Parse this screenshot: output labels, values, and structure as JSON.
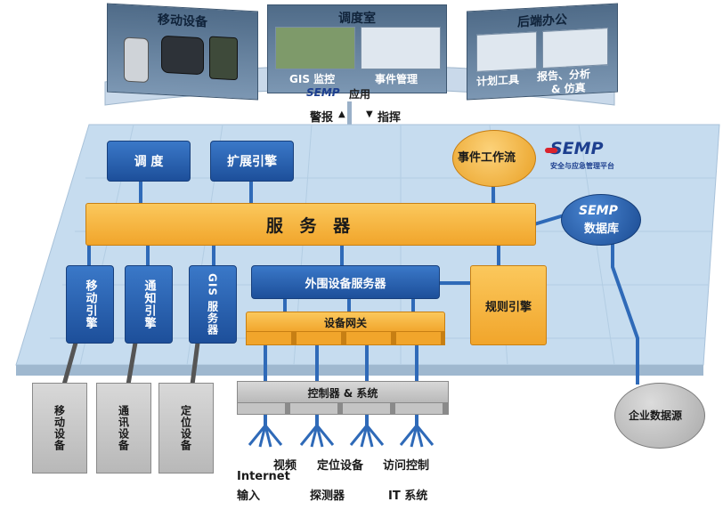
{
  "top": {
    "mobile_title": "移动设备",
    "dispatch_title": "调度室",
    "backoffice_title": "后端办公",
    "gis_monitor": "GIS 监控",
    "event_mgmt": "事件管理",
    "plan_tool": "计划工具",
    "report_line1": "报告、分析",
    "report_line2": "& 仿真",
    "app_brand": "SEMP",
    "app_label": "应用",
    "alarm": "警报",
    "command": "指挥"
  },
  "platform": {
    "logo_text": "SEMP",
    "logo_subtitle": "安全与应急管理平台",
    "dispatch": "调  度",
    "ext_engine": "扩展引擎",
    "event_workflow": "事件工作流",
    "server": "服 务 器",
    "db_brand": "SEMP",
    "db_label": "数据库",
    "mobile_engine": "移动引擎",
    "notify_engine": "通知引擎",
    "gis_server": "GIS 服务器",
    "peripheral_server": "外围设备服务器",
    "device_gateway": "设备网关",
    "rule_engine": "规则引擎"
  },
  "bottom": {
    "mobile_device": "移动设备",
    "comm_device": "通讯设备",
    "location_device": "定位设备",
    "controller_system": "控制器 & 系统",
    "enterprise_source": "企业数据源",
    "internet_line1": "Internet",
    "internet_line2": "输入",
    "video": "视频",
    "location_equip": "定位设备",
    "detector": "探测器",
    "access_control": "访问控制",
    "it_system": "IT 系统"
  },
  "colors": {
    "blue": "#1d4f9a",
    "orange": "#f1a52b",
    "platform": "#c6dcef",
    "gray": "#c4c4c4",
    "brand_red": "#d9232d"
  }
}
